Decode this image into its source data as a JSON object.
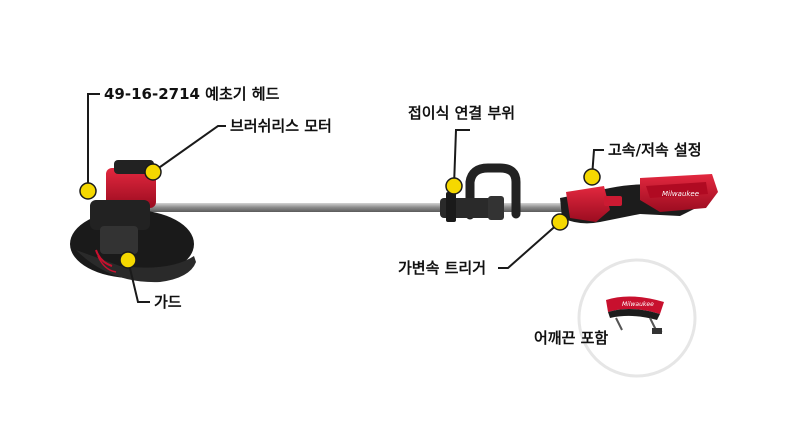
{
  "callouts": {
    "head": "49-16-2714 예초기 헤드",
    "motor": "브러쉬리스 모터",
    "coupler": "접이식 연결 부위",
    "speed": "고속/저속 설정",
    "trigger": "가변속 트리거",
    "guard": "가드",
    "strap": "어깨끈 포함"
  },
  "colors": {
    "marker_fill": "#f5d800",
    "marker_stroke": "#1a1a1a",
    "tool_red": "#c8102e",
    "tool_black": "#1c1c1c",
    "shaft": "#9a9a9a"
  },
  "icons": {
    "marker": "yellow-dot-marker",
    "tool": "string-trimmer-image",
    "strap": "shoulder-strap-image"
  }
}
